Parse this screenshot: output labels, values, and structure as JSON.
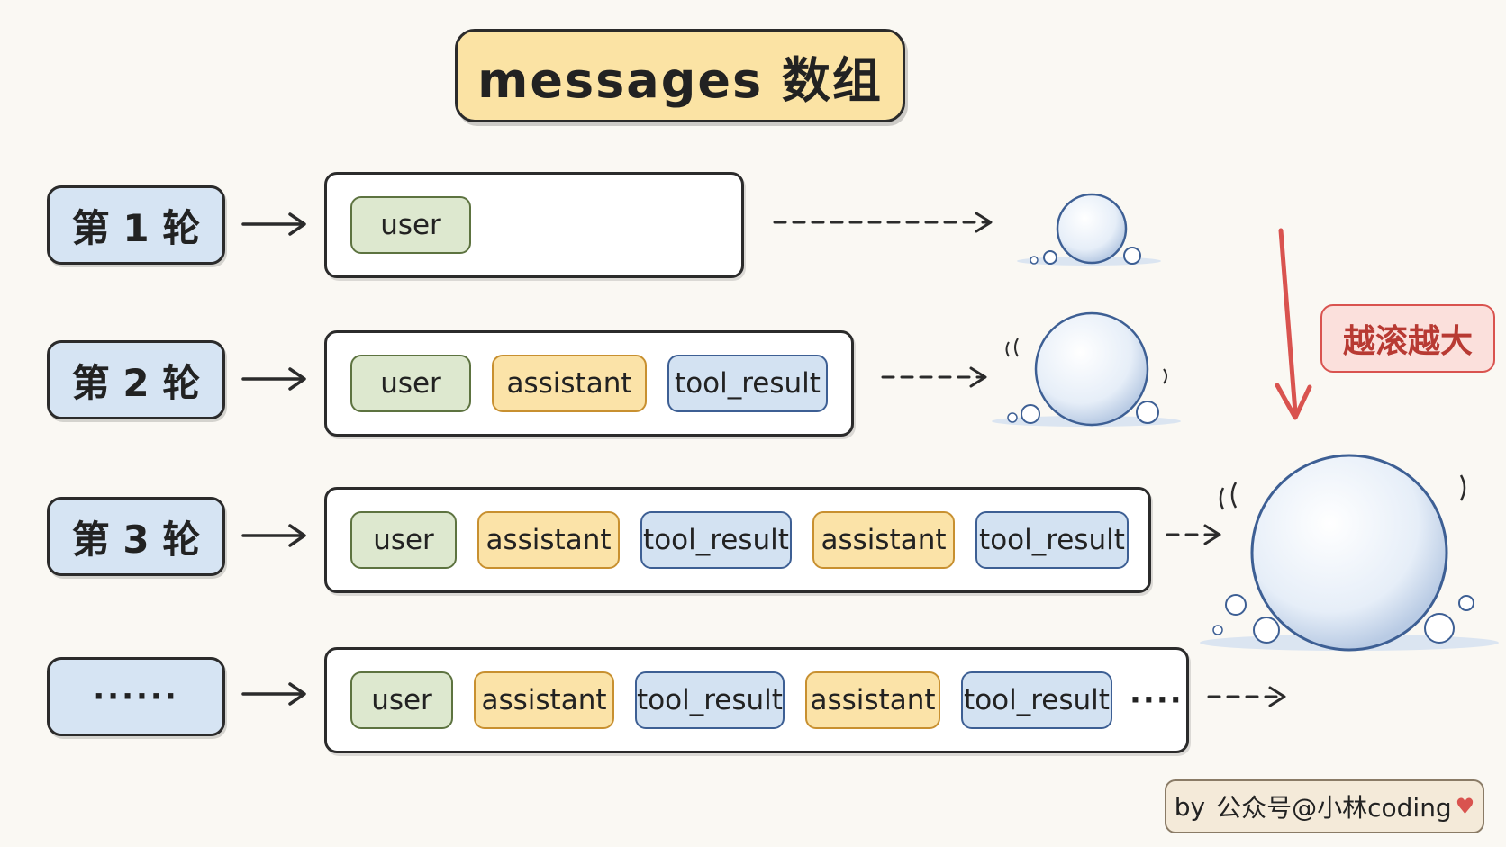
{
  "title": "messages 数组",
  "rounds": [
    {
      "label": "第 1 轮",
      "messages": [
        "user"
      ],
      "trail": ""
    },
    {
      "label": "第 2 轮",
      "messages": [
        "user",
        "assistant",
        "tool_result"
      ],
      "trail": ""
    },
    {
      "label": "第 3 轮",
      "messages": [
        "user",
        "assistant",
        "tool_result",
        "assistant",
        "tool_result"
      ],
      "trail": ""
    },
    {
      "label": "······",
      "messages": [
        "user",
        "assistant",
        "tool_result",
        "assistant",
        "tool_result"
      ],
      "trail": "····"
    }
  ],
  "grow_label": "越滚越大",
  "credit": {
    "prefix": "by",
    "text": "公众号@小林coding"
  },
  "colors": {
    "user_fill": "#dde8cf",
    "assistant_fill": "#fbe3a8",
    "tool_fill": "#d3e2f2",
    "round_fill": "#d6e4f3",
    "title_fill": "#fbe3a4",
    "accent_red": "#d9534f"
  }
}
